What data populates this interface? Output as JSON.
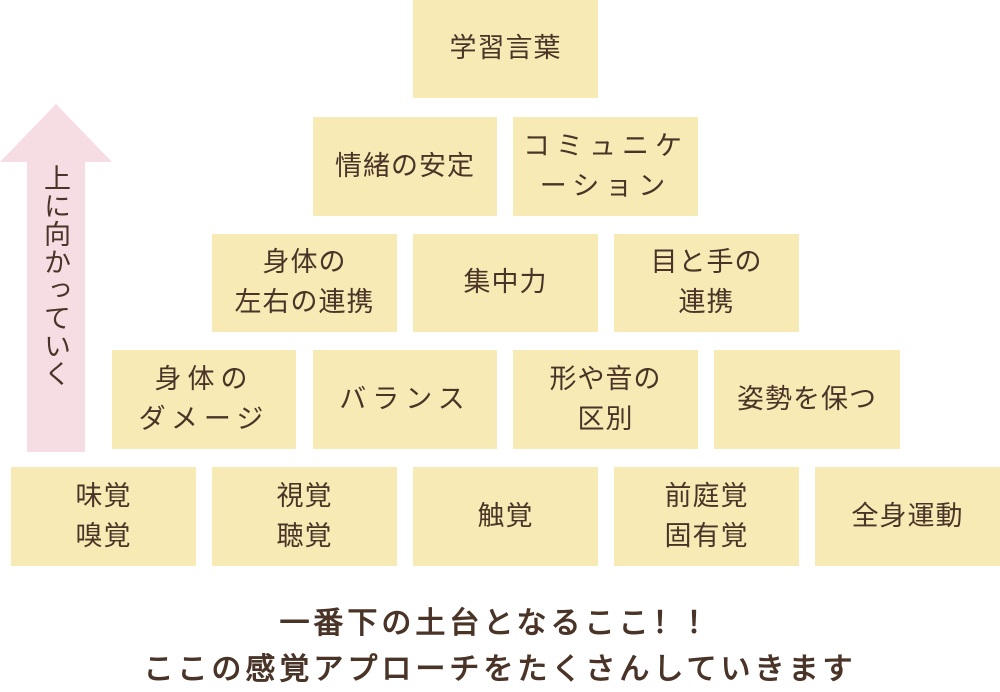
{
  "arrow_label": "上に向かっていく",
  "rows": [
    [
      "学習言葉"
    ],
    [
      "情緒の安定",
      "コミュニケ\nーション"
    ],
    [
      "身体の\n左右の連携",
      "集中力",
      "目と手の\n連携"
    ],
    [
      "身体の\nダメージ",
      "バランス",
      "形や音の\n区別",
      "姿勢を保つ"
    ],
    [
      "味覚\n嗅覚",
      "視覚\n聴覚",
      "触覚",
      "前庭覚\n固有覚",
      "全身運動"
    ]
  ],
  "caption": {
    "line1": "一番下の土台となるここ！！",
    "line2": "ここの感覚アプローチをたくさんしていきます"
  },
  "colors": {
    "box": "#f7eab4",
    "arrow": "#f6dde3",
    "text": "#4a3428"
  }
}
